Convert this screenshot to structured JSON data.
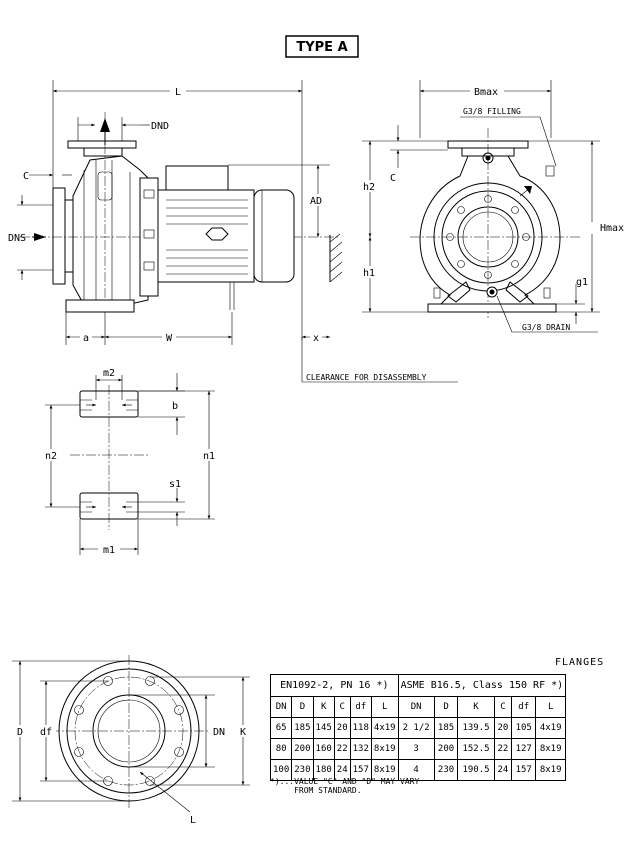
{
  "title": "TYPE A",
  "side_view": {
    "labels": {
      "L": "L",
      "DND": "DND",
      "C": "C",
      "DNS": "DNS",
      "AD": "AD",
      "a": "a",
      "W": "W",
      "x": "x"
    },
    "clearance_label": "CLEARANCE FOR DISASSEMBLY"
  },
  "front_view": {
    "labels": {
      "Bmax": "Bmax",
      "h2": "h2",
      "C": "C",
      "h1": "h1",
      "Hmax": "Hmax",
      "g1": "g1"
    },
    "filling_label": "G3/8 FILLING",
    "drain_label": "G3/8 DRAIN"
  },
  "foot_view": {
    "labels": {
      "m2": "m2",
      "b": "b",
      "n2": "n2",
      "n1": "n1",
      "s1": "s1",
      "m1": "m1"
    }
  },
  "flange_view": {
    "labels": {
      "D": "D",
      "df": "df",
      "DN": "DN",
      "K": "K",
      "L": "L"
    }
  },
  "flanges": {
    "caption": "FLANGES",
    "group_en": "EN1092-2, PN 16 *)",
    "group_asme": "ASME B16.5, Class 150 RF *)",
    "headers": [
      "DN",
      "D",
      "K",
      "C",
      "df",
      "L",
      "DN",
      "D",
      "K",
      "C",
      "df",
      "L"
    ],
    "rows": [
      [
        "65",
        "185",
        "145",
        "20",
        "118",
        "4x19",
        "2 1/2",
        "185",
        "139.5",
        "20",
        "105",
        "4x19"
      ],
      [
        "80",
        "200",
        "160",
        "22",
        "132",
        "8x19",
        "3",
        "200",
        "152.5",
        "22",
        "127",
        "8x19"
      ],
      [
        "100",
        "230",
        "180",
        "24",
        "157",
        "8x19",
        "4",
        "230",
        "190.5",
        "24",
        "157",
        "8x19"
      ]
    ],
    "note": "*)...VALUE \"C\" AND \"D\" MAY VARY\n     FROM STANDARD."
  }
}
